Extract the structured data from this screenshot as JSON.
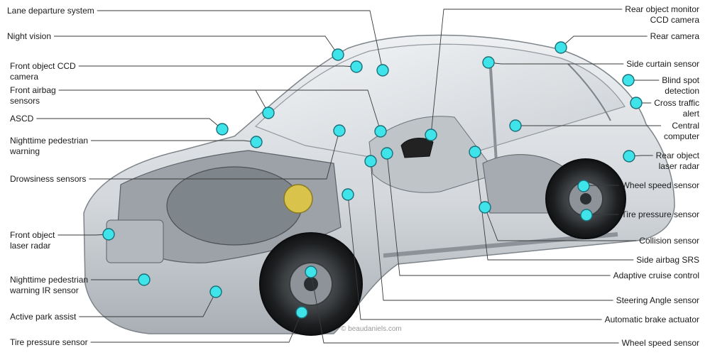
{
  "colors": {
    "marker_fill": "#3fe3ea",
    "marker_stroke": "#1b6f78",
    "leader_line": "#3a3a3a",
    "body_paint": "#d7dadd",
    "background": "#ffffff"
  },
  "credit": "© beaudaniels.com",
  "left_labels": [
    {
      "id": "lane-departure",
      "text": "Lane departure system",
      "markers": [
        [
          539,
          99
        ]
      ]
    },
    {
      "id": "night-vision",
      "text": "Night vision",
      "markers": [
        [
          476,
          77
        ]
      ]
    },
    {
      "id": "front-object-ccd",
      "text": "Front object CCD\ncamera",
      "markers": [
        [
          502,
          94
        ]
      ]
    },
    {
      "id": "front-airbag",
      "text": "Front airbag\nsensors",
      "markers": [
        [
          378,
          159
        ],
        [
          536,
          185
        ]
      ]
    },
    {
      "id": "ascd",
      "text": "ASCD",
      "markers": [
        [
          313,
          182
        ]
      ]
    },
    {
      "id": "nighttime-ped-warning",
      "text": "Nighttime pedestrian\nwarning",
      "markers": [
        [
          361,
          200
        ]
      ]
    },
    {
      "id": "drowsiness",
      "text": "Drowsiness sensors",
      "markers": [
        [
          478,
          184
        ]
      ]
    },
    {
      "id": "front-object-laser",
      "text": "Front object\nlaser radar",
      "markers": [
        [
          153,
          330
        ]
      ]
    },
    {
      "id": "nighttime-ped-ir",
      "text": "Nighttime pedestrian\nwarning IR sensor",
      "markers": [
        [
          203,
          394
        ]
      ]
    },
    {
      "id": "active-park",
      "text": "Active park assist",
      "markers": [
        [
          304,
          411
        ]
      ]
    },
    {
      "id": "tire-pressure-front",
      "text": "Tire pressure sensor",
      "markers": [
        [
          425,
          440
        ]
      ]
    }
  ],
  "right_labels": [
    {
      "id": "rear-object-ccd",
      "text": "Rear object monitor\nCCD camera",
      "markers": [
        [
          607,
          190
        ]
      ]
    },
    {
      "id": "rear-camera",
      "text": "Rear camera",
      "markers": [
        [
          790,
          67
        ]
      ]
    },
    {
      "id": "side-curtain",
      "text": "Side curtain sensor",
      "markers": [
        [
          688,
          88
        ]
      ]
    },
    {
      "id": "blind-spot",
      "text": "Blind spot\ndetection",
      "markers": [
        [
          885,
          113
        ]
      ]
    },
    {
      "id": "cross-traffic",
      "text": "Cross traffic\nalert",
      "markers": [
        [
          896,
          145
        ]
      ]
    },
    {
      "id": "central-computer",
      "text": "Central\ncomputer",
      "markers": [
        [
          726,
          177
        ]
      ]
    },
    {
      "id": "rear-object-laser",
      "text": "Rear object\nlaser radar",
      "markers": [
        [
          886,
          220
        ]
      ]
    },
    {
      "id": "wheel-speed-rear",
      "text": "Wheel speed sensor",
      "markers": [
        [
          822,
          262
        ]
      ]
    },
    {
      "id": "tire-pressure-rear",
      "text": "Tire pressure sensor",
      "markers": [
        [
          826,
          303
        ]
      ]
    },
    {
      "id": "collision",
      "text": "Collision sensor",
      "markers": [
        [
          683,
          292
        ]
      ]
    },
    {
      "id": "side-airbag",
      "text": "Side airbag SRS",
      "markers": [
        [
          669,
          214
        ]
      ]
    },
    {
      "id": "adaptive-cruise",
      "text": "Adaptive cruise control",
      "markers": [
        [
          545,
          216
        ]
      ]
    },
    {
      "id": "steering-angle",
      "text": "Steering Angle sensor",
      "markers": [
        [
          522,
          227
        ]
      ]
    },
    {
      "id": "auto-brake",
      "text": "Automatic brake actuator",
      "markers": [
        [
          490,
          274
        ]
      ]
    },
    {
      "id": "wheel-speed-front",
      "text": "Wheel speed sensor",
      "markers": [
        [
          438,
          383
        ]
      ]
    }
  ]
}
